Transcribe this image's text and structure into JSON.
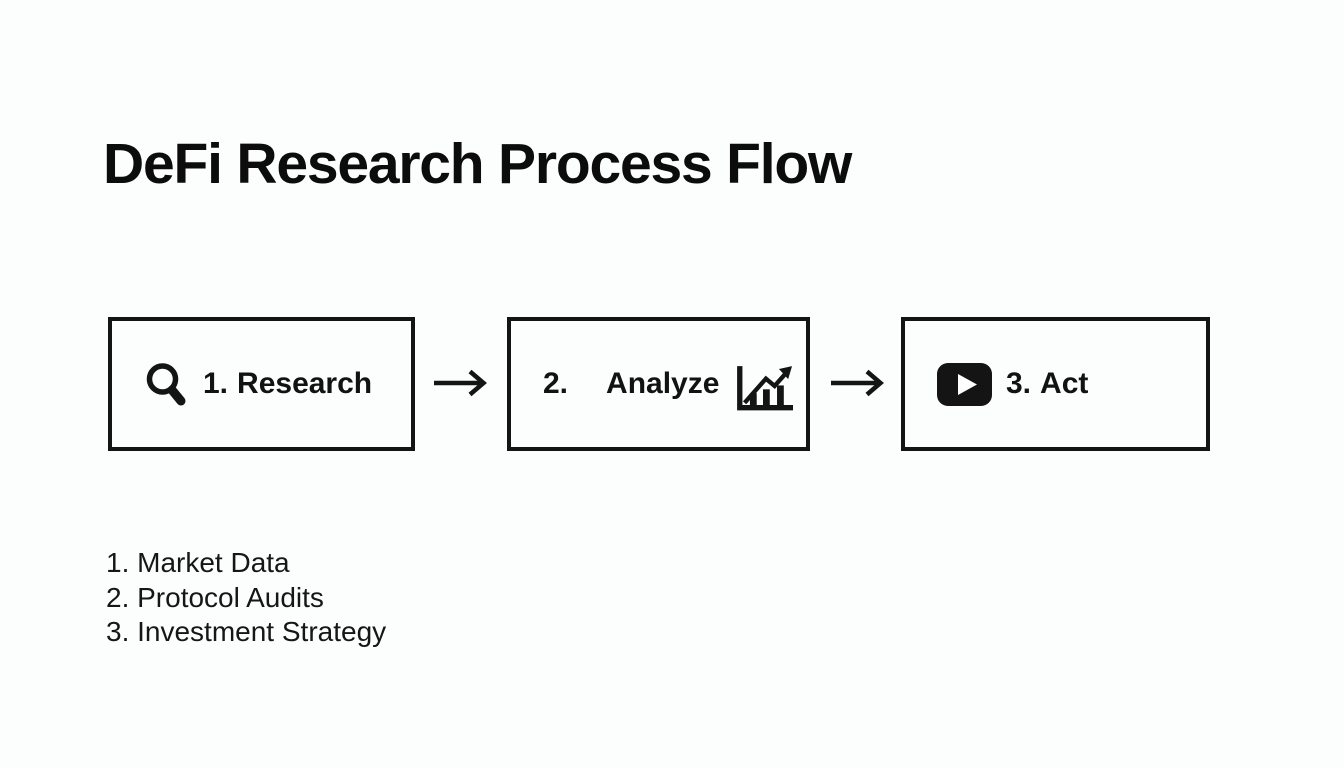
{
  "page": {
    "title": "DeFi Research Process Flow"
  },
  "colors": {
    "background": "#fcfdfd",
    "ink": "#141414",
    "play_icon_fill": "#141414",
    "play_triangle": "#ffffff"
  },
  "flow": {
    "steps": [
      {
        "number": "1.",
        "label": "Research",
        "icon": "magnifier-icon",
        "icon_position": "left"
      },
      {
        "number": "2.",
        "label": "Analyze",
        "icon": "chart-trend-icon",
        "icon_position": "right"
      },
      {
        "number": "3.",
        "label": "Act",
        "icon": "play-icon",
        "icon_position": "left"
      }
    ],
    "connector_icon": "arrow-right-icon"
  },
  "legend": {
    "items": [
      "1. Market Data",
      "2. Protocol Audits",
      "3. Investment Strategy"
    ]
  }
}
